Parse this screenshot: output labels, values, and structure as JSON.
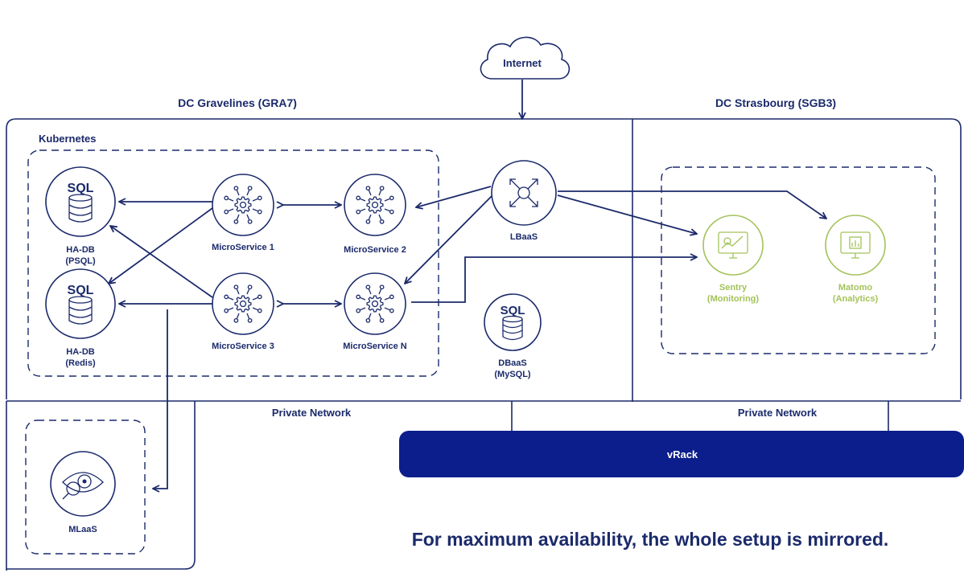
{
  "labels": {
    "internet": "Internet",
    "dc_left": "DC Gravelines (GRA7)",
    "dc_right": "DC Strasbourg (SGB3)",
    "kubernetes": "Kubernetes",
    "private_network_left": "Private Network",
    "private_network_right": "Private Network",
    "vrack": "vRack",
    "footer": "For maximum availability, the whole setup is mirrored."
  },
  "nodes": {
    "ha_db_psql": {
      "icon": "database-sql-icon",
      "text": "SQL",
      "line1": "HA-DB",
      "line2": "(PSQL)"
    },
    "ha_db_redis": {
      "icon": "database-sql-icon",
      "text": "SQL",
      "line1": "HA-DB",
      "line2": "(Redis)"
    },
    "ms1": {
      "icon": "microservice-gear-icon",
      "line1": "MicroService 1"
    },
    "ms2": {
      "icon": "microservice-gear-icon",
      "line1": "MicroService 2"
    },
    "ms3": {
      "icon": "microservice-gear-icon",
      "line1": "MicroService 3"
    },
    "msn": {
      "icon": "microservice-gear-icon",
      "line1": "MicroService N"
    },
    "lbaas": {
      "icon": "load-balancer-arrows-icon",
      "line1": "LBaaS"
    },
    "dbaas": {
      "icon": "database-sql-icon",
      "text": "SQL",
      "line1": "DBaaS",
      "line2": "(MySQL)"
    },
    "sentry": {
      "icon": "monitor-chart-icon",
      "line1": "Sentry",
      "line2": "(Monitoring)"
    },
    "matomo": {
      "icon": "monitor-bars-icon",
      "line1": "Matomo",
      "line2": "(Analytics)"
    },
    "mlaas": {
      "icon": "eye-magnifier-icon",
      "line1": "MLaaS"
    }
  },
  "colors": {
    "navy": "#1b2a6b",
    "vrack_fill": "#0b1e8c",
    "green": "#a4c25a"
  }
}
